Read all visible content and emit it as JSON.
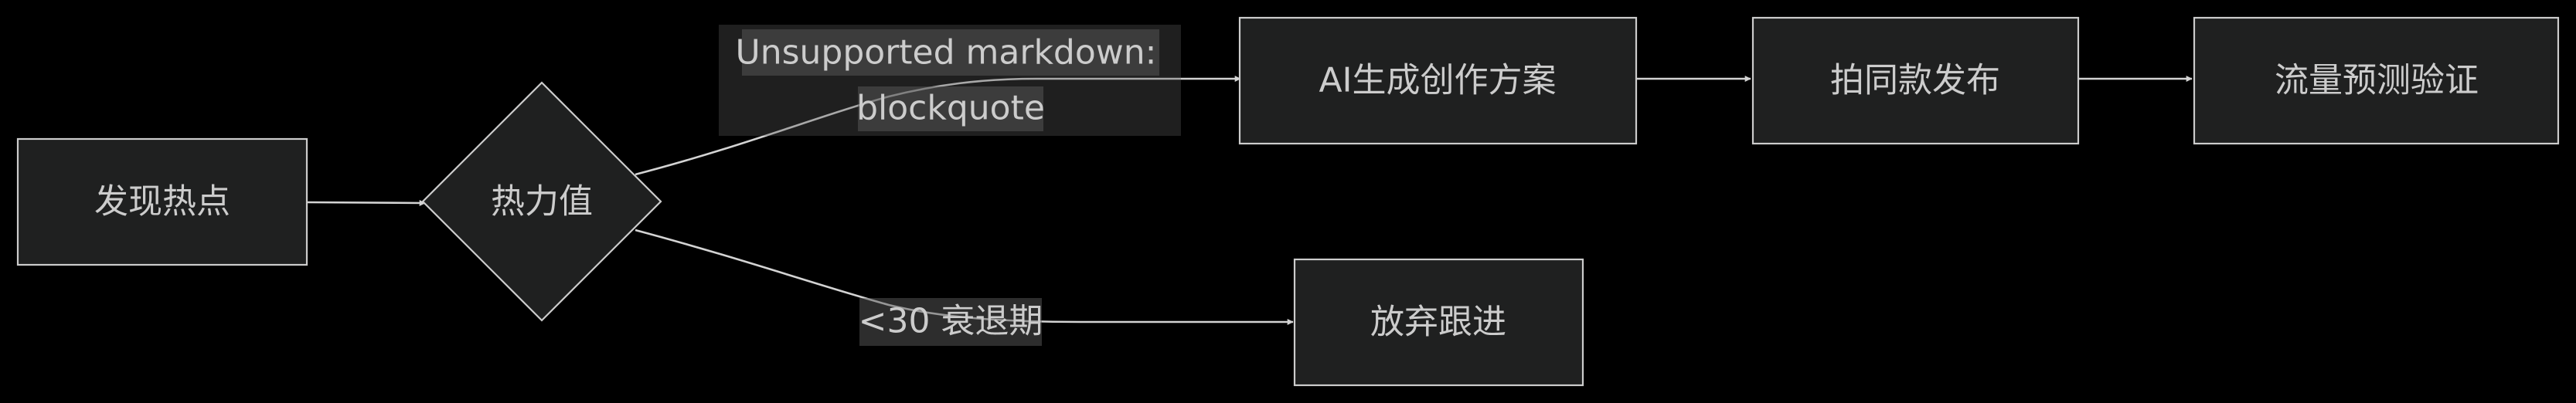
{
  "nodes": {
    "discover": "发现热点",
    "heat": "热力值",
    "ai_plan": "AI生成创作方案",
    "shoot": "拍同款发布",
    "predict": "流量预测验证",
    "abandon": "放弃跟进"
  },
  "edges": {
    "heat_to_ai": {
      "line1": "Unsupported markdown:",
      "line2": "blockquote"
    },
    "heat_to_abandon": "<30 衰退期"
  },
  "colors": {
    "background": "#000000",
    "node_fill": "#1f2020",
    "node_stroke": "#cccccc",
    "text": "#cccccc",
    "edge_label_bg": "#585858"
  }
}
